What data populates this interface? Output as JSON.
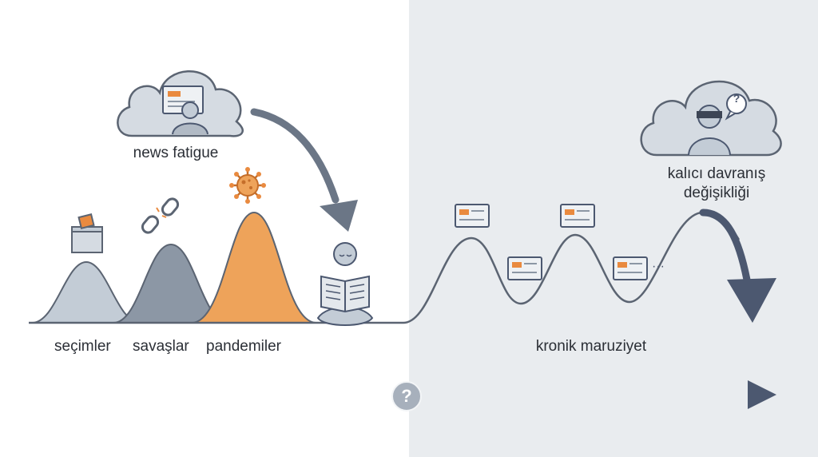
{
  "labels": {
    "news_fatigue": "news fatigue",
    "elections": "seçimler",
    "wars": "savaşlar",
    "pandemics": "pandemiler",
    "chronic_exposure": "kronik maruziyet",
    "lasting_change_line1": "kalıcı davranış",
    "lasting_change_line2": "değişikliği",
    "timeline_marker": "?",
    "thought_marker": "?",
    "dots": "···"
  },
  "icons": {
    "elections": "ballot-box-icon",
    "wars": "broken-chain-icon",
    "pandemics": "virus-icon",
    "reader": "newspaper-reader-icon",
    "fatigue": "tired-person-screen-icon",
    "change": "blindfolded-person-icon",
    "screens": "news-screen-icon"
  },
  "colors": {
    "background_left": "#ffffff",
    "background_right": "#e9ecef",
    "line": "#5b6472",
    "peak_elections": "#c3ccd6",
    "peak_wars": "#8c97a5",
    "peak_pandemics": "#eea35a",
    "accent_orange": "#e98a3f",
    "arrow": "#6b7686",
    "arrow_dark": "#4c5870",
    "cloud_fill": "#d5dbe2",
    "text": "#2b2f36"
  }
}
